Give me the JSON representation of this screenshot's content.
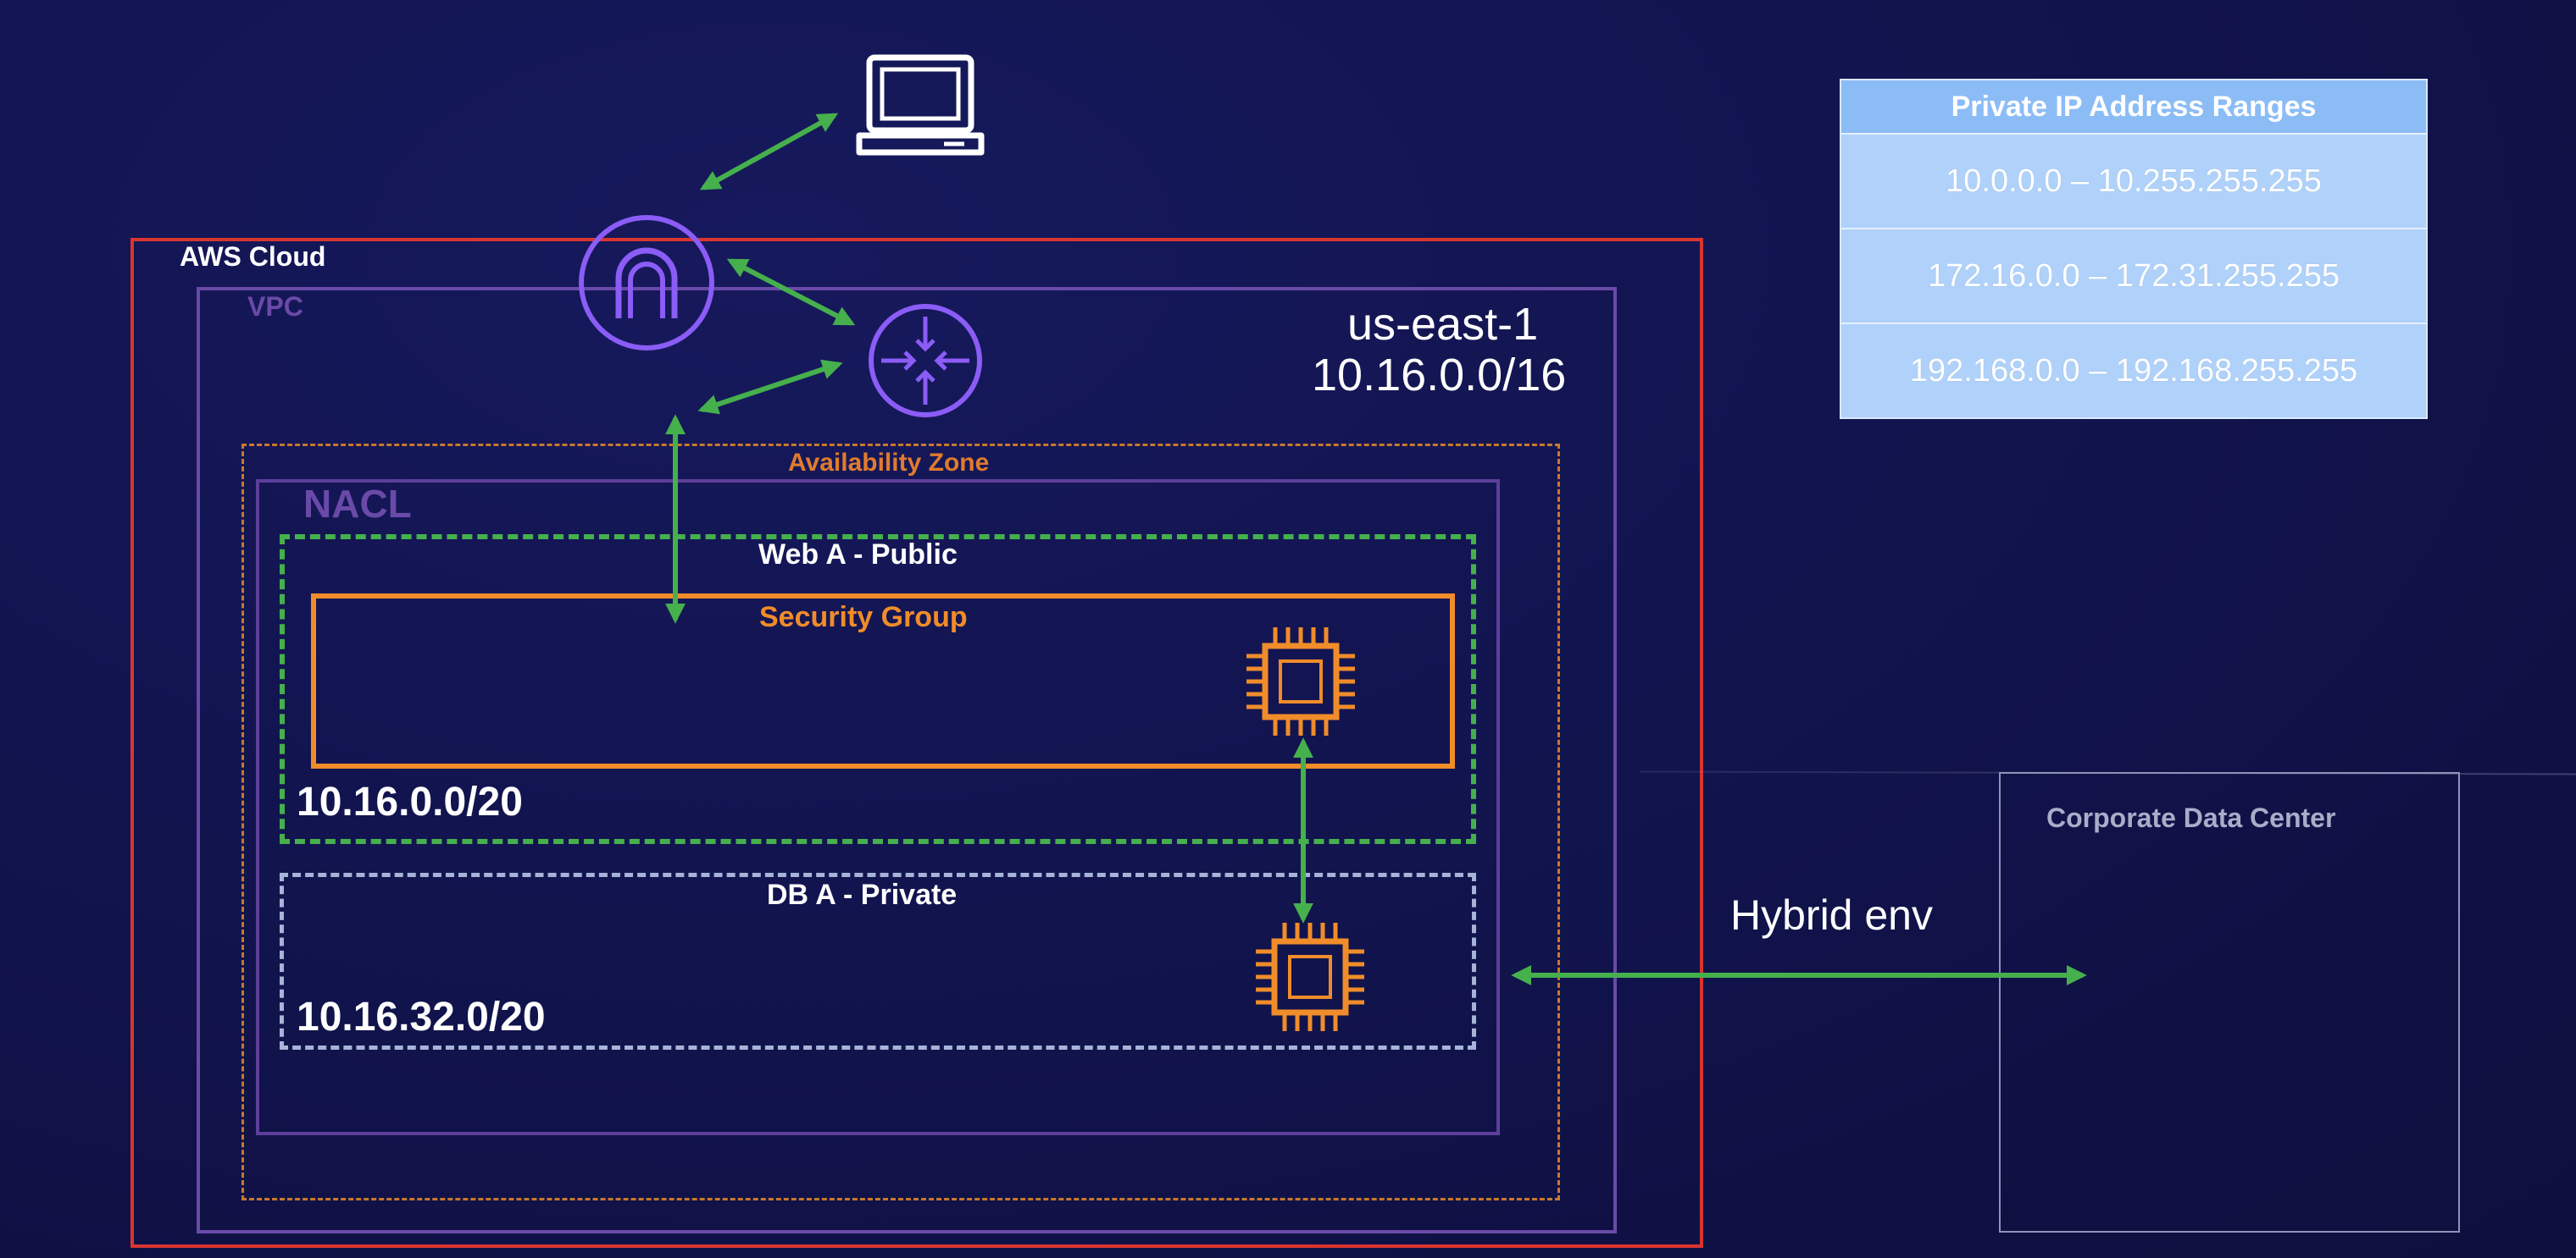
{
  "labels": {
    "aws_cloud": "AWS Cloud",
    "vpc": "VPC",
    "availability_zone": "Availability Zone",
    "nacl": "NACL",
    "web_subnet": "Web A - Public",
    "security_group": "Security Group",
    "public_cidr": "10.16.0.0/20",
    "db_subnet": "DB A - Private",
    "private_cidr": "10.16.32.0/20",
    "region_name": "us-east-1",
    "region_cidr": "10.16.0.0/16",
    "hybrid": "Hybrid env",
    "corporate_dc": "Corporate Data Center"
  },
  "ip_table": {
    "header": "Private IP Address Ranges",
    "rows": [
      "10.0.0.0 – 10.255.255.255",
      "172.16.0.0 – 172.31.255.255",
      "192.168.0.0 – 192.168.255.255"
    ]
  },
  "icons": {
    "laptop": "laptop-icon",
    "internet_gateway": "internet-gateway-icon",
    "router": "router-icon",
    "ec2_public": "ec2-instance-icon",
    "ec2_private": "ec2-instance-icon"
  },
  "colors": {
    "background": "#12144f",
    "aws_cloud_border": "#d93530",
    "vpc_border": "#6a4aa8",
    "az_border": "#c9782d",
    "public_subnet_border": "#45b04c",
    "security_group_border": "#f08c2a",
    "private_subnet_border": "#a6b4d8",
    "arrow": "#45b04c",
    "table_bg": "#b0d2fa"
  }
}
